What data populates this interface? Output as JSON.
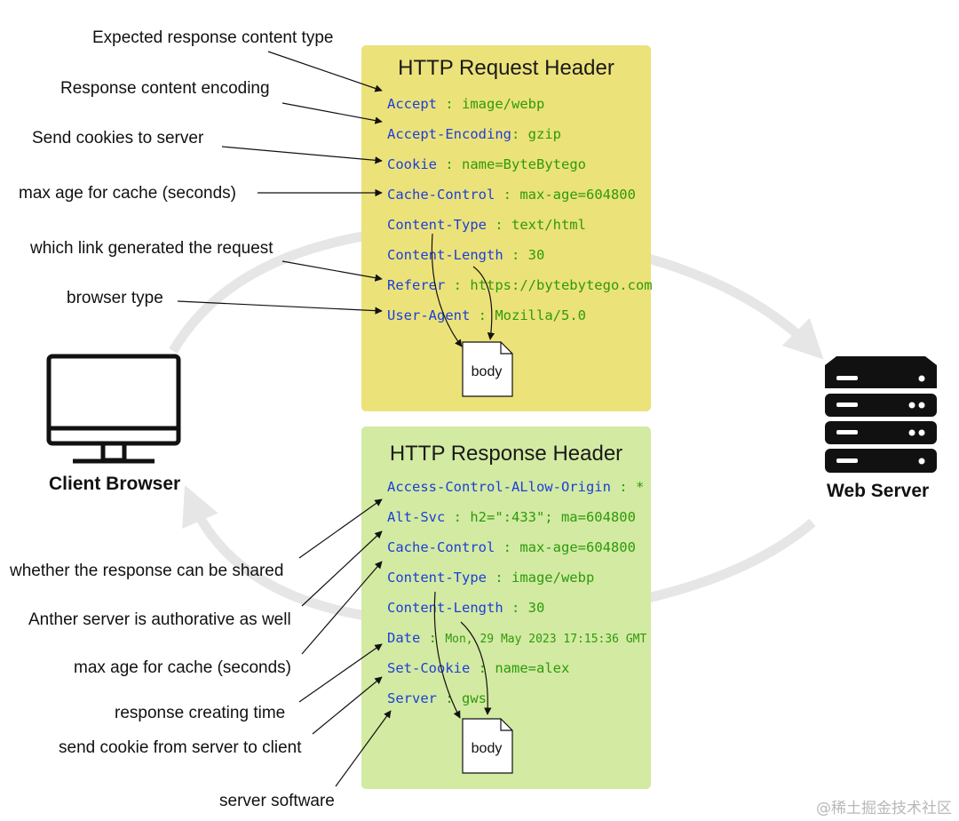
{
  "colors": {
    "request_panel_bg": "#ece27a",
    "response_panel_bg": "#d3eaa2",
    "field_name": "#1c3fd6",
    "field_value": "#2e9a0b",
    "flow_arc": "#e6e6e6"
  },
  "client": {
    "label": "Client Browser",
    "icon": "monitor-icon"
  },
  "server": {
    "label": "Web Server",
    "icon": "server-rack-icon"
  },
  "request": {
    "title": "HTTP Request Header",
    "body_label": "body",
    "fields": [
      {
        "name": "Accept",
        "value": "image/webp"
      },
      {
        "name": "Accept-Encoding",
        "value": "gzip"
      },
      {
        "name": "Cookie",
        "value": "name=ByteBytego"
      },
      {
        "name": "Cache-Control",
        "value": "max-age=604800"
      },
      {
        "name": "Content-Type",
        "value": "text/html"
      },
      {
        "name": "Content-Length",
        "value": "30"
      },
      {
        "name": "Referer",
        "value": "https://bytebytego.com"
      },
      {
        "name": "User-Agent",
        "value": "Mozilla/5.0"
      }
    ],
    "annotations": [
      "Expected response content type",
      "Response content encoding",
      "Send cookies to server",
      "max age for cache (seconds)",
      "which link generated the request",
      "browser type"
    ]
  },
  "response": {
    "title": "HTTP Response Header",
    "body_label": "body",
    "fields": [
      {
        "name": "Access-Control-ALlow-Origin",
        "value": "*"
      },
      {
        "name": "Alt-Svc",
        "value": "h2=\":433\"; ma=604800"
      },
      {
        "name": "Cache-Control",
        "value": "max-age=604800"
      },
      {
        "name": "Content-Type",
        "value": "image/webp"
      },
      {
        "name": "Content-Length",
        "value": "30"
      },
      {
        "name": "Date",
        "value": "Mon, 29 May 2023 17:15:36 GMT"
      },
      {
        "name": "Set-Cookie",
        "value": "name=alex"
      },
      {
        "name": "Server",
        "value": "gws"
      }
    ],
    "annotations": [
      "whether the response can be shared",
      "Anther server is authorative as well",
      "max age for cache (seconds)",
      "response creating time",
      "send cookie from server to client",
      "server software"
    ]
  },
  "watermark": "@稀土掘金技术社区"
}
